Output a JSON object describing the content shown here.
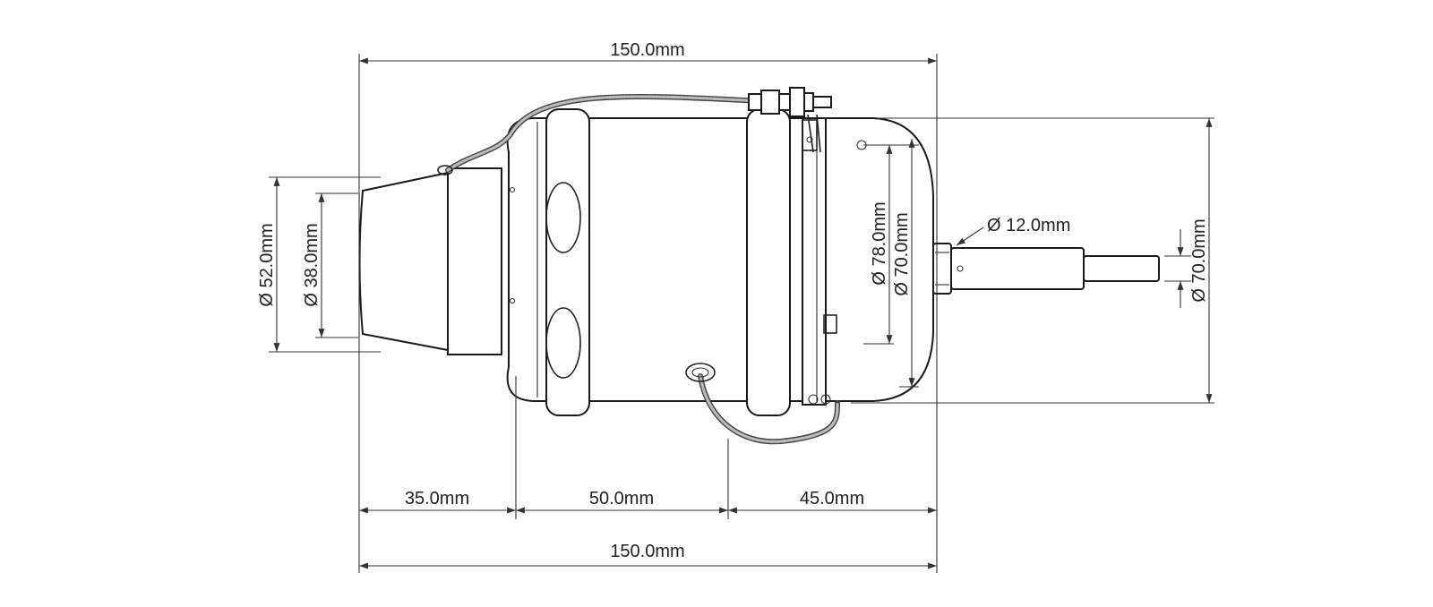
{
  "dimensions": {
    "overall_top": "150.0mm",
    "overall_bottom": "150.0mm",
    "segment_1": "35.0mm",
    "segment_2": "50.0mm",
    "segment_3": "45.0mm",
    "nozzle_outer": "Ø 52.0mm",
    "nozzle_inner": "Ø 38.0mm",
    "front_outer": "Ø 78.0mm",
    "front_inner": "Ø 70.0mm",
    "shaft": "Ø 12.0mm",
    "overall_height": "Ø 70.0mm"
  },
  "colors": {
    "line": "#222222",
    "background": "#ffffff"
  }
}
